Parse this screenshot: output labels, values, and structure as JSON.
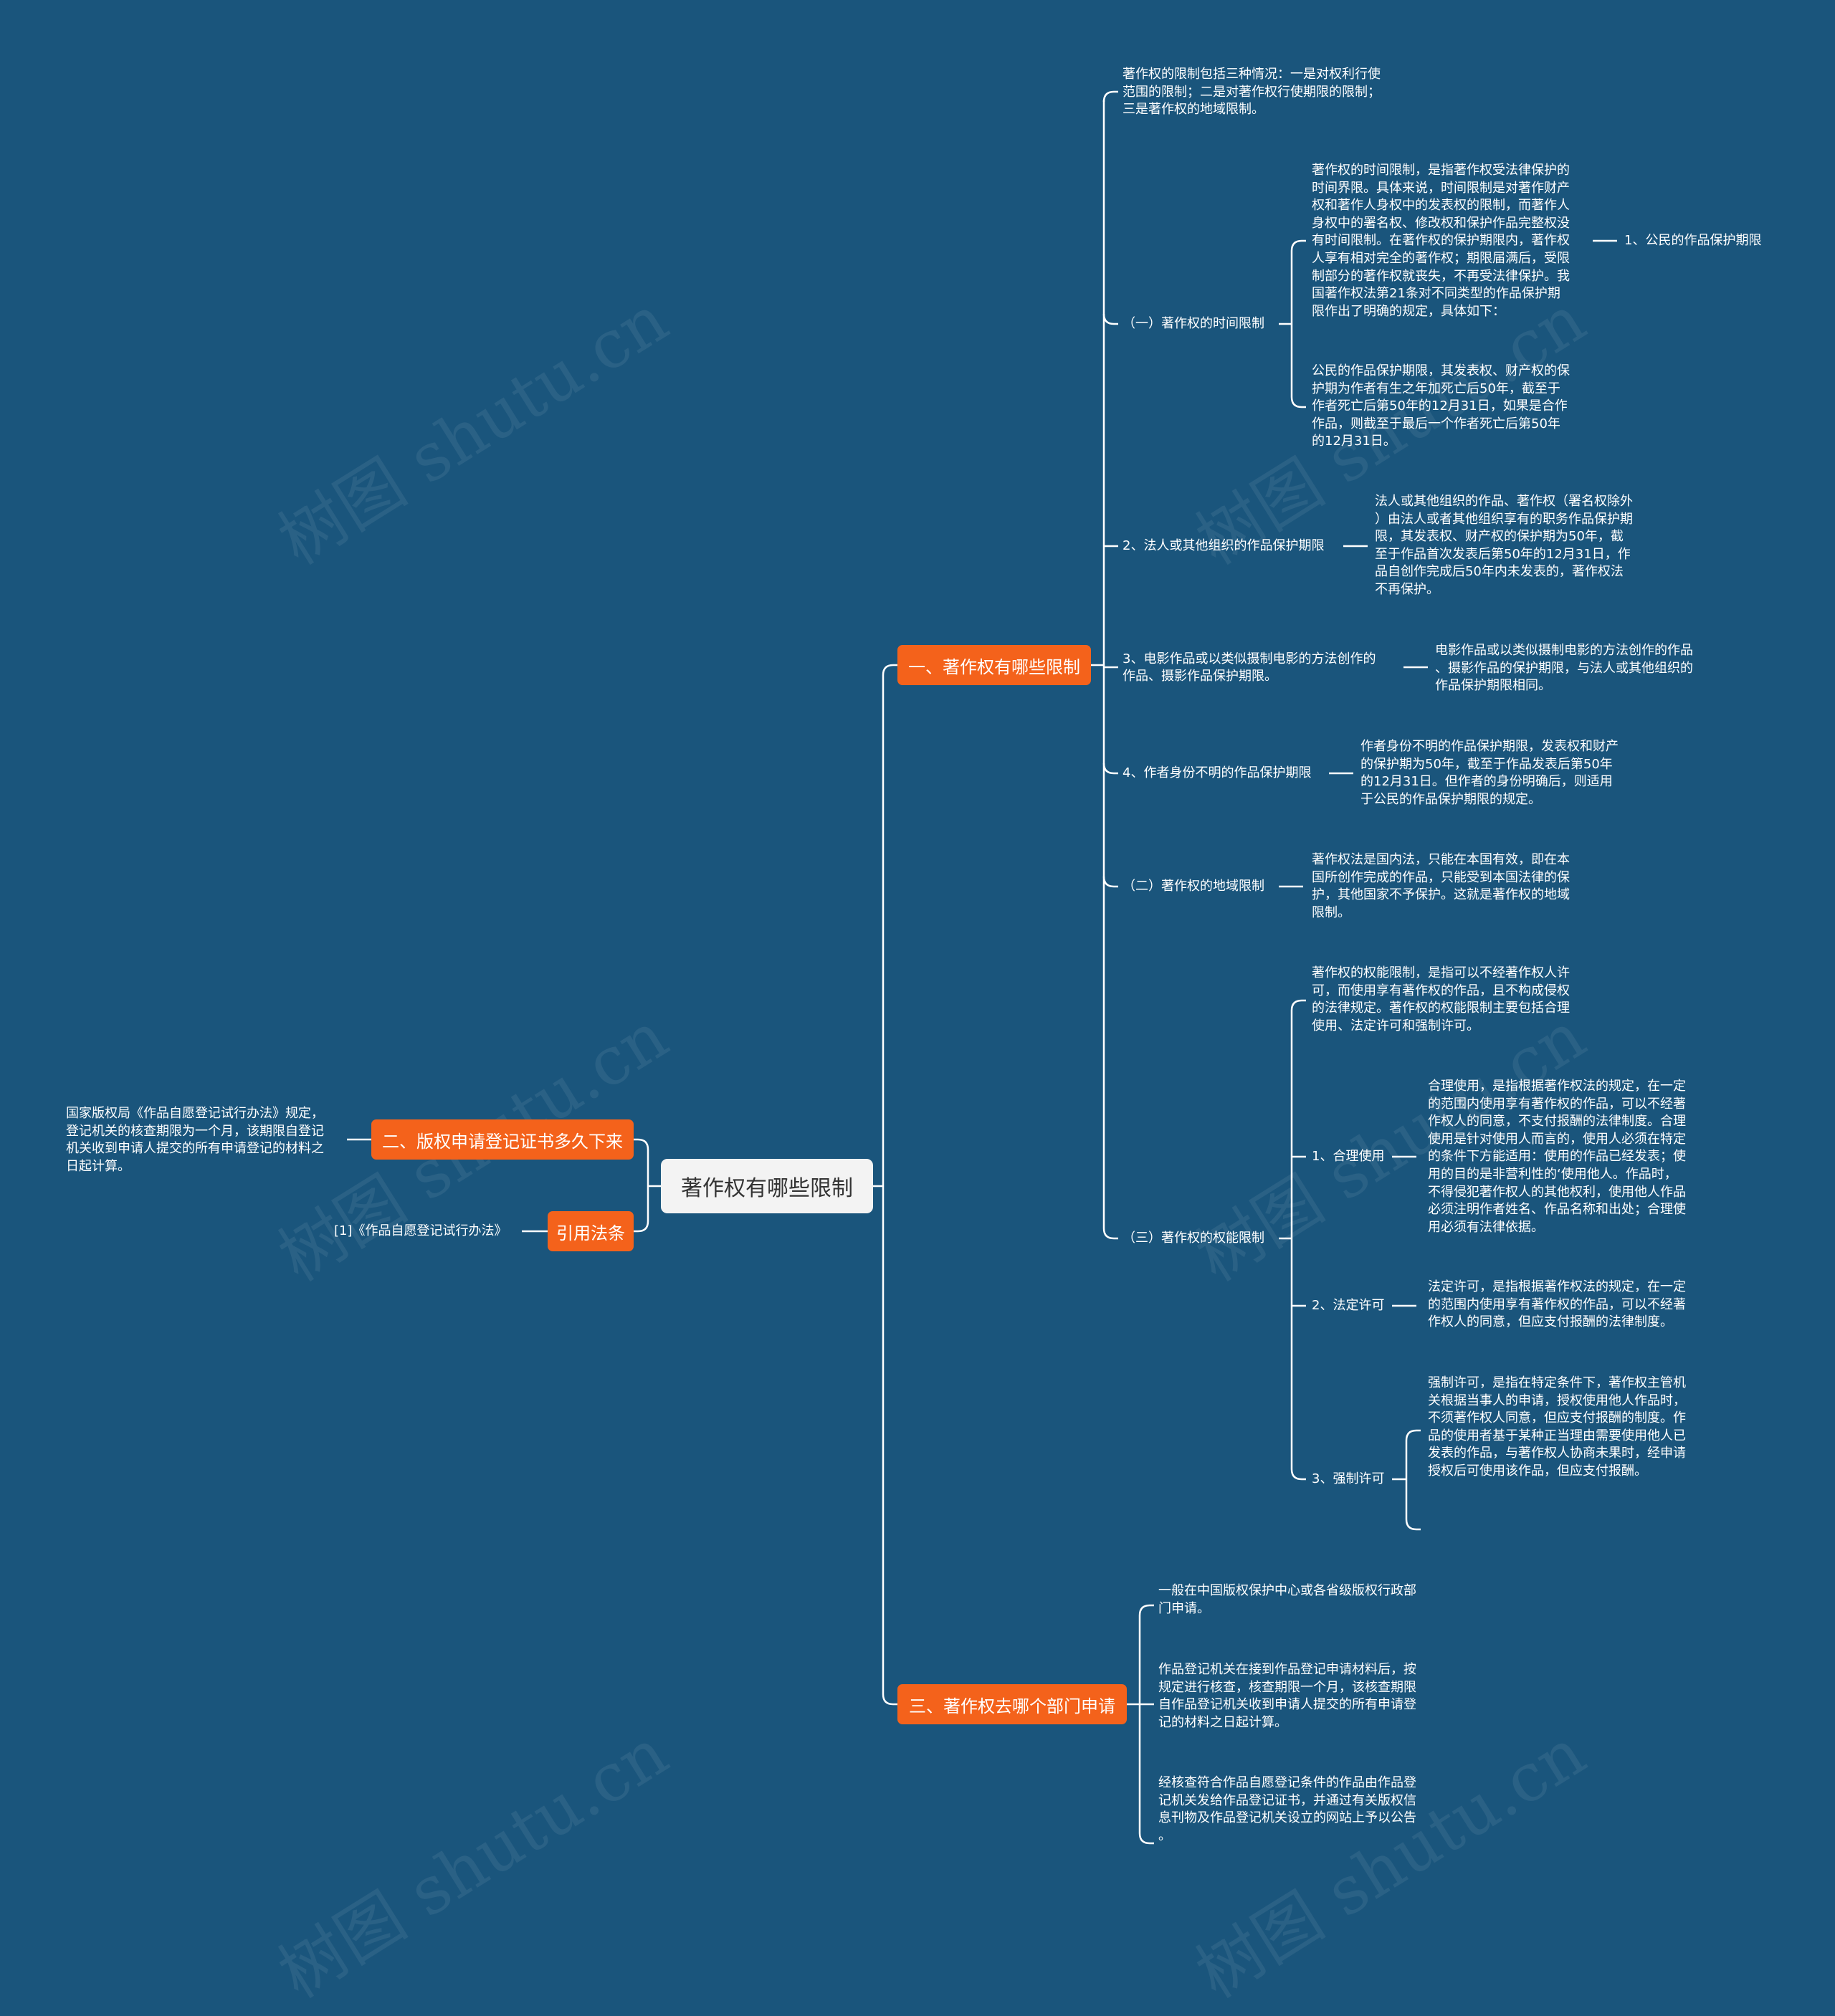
{
  "root": {
    "label": "著作权有哪些限制"
  },
  "branch1": {
    "label": "一、著作权有哪些限制",
    "intro": "著作权的限制包括三种情况：一是对权利行使\n范围的限制；二是对著作权行使期限的限制；\n三是著作权的地域限制。",
    "time_limit": {
      "label": "（一）著作权的时间限制",
      "desc": "著作权的时间限制，是指著作权受法律保护的\n时间界限。具体来说，时间限制是对著作财产\n权和著作人身权中的发表权的限制，而著作人\n身权中的署名权、修改权和保护作品完整权没\n有时间限制。在著作权的保护期限内，著作权\n人享有相对完全的著作权；期限届满后，受限\n制部分的著作权就丧失，不再受法律保护。我\n国著作权法第21条对不同类型的作品保护期\n限作出了明确的规定，具体如下：",
      "citizen_label": "1、公民的作品保护期限",
      "citizen_desc": "公民的作品保护期限，其发表权、财产权的保\n护期为作者有生之年加死亡后50年，截至于\n作者死亡后第50年的12月31日，如果是合作\n作品，则截至于最后一个作者死亡后第50年\n的12月31日。"
    },
    "legal_person": {
      "label": "2、法人或其他组织的作品保护期限",
      "desc": "法人或其他组织的作品、著作权（署名权除外\n）由法人或者其他组织享有的职务作品保护期\n限，其发表权、财产权的保护期为50年，截\n至于作品首次发表后第50年的12月31日，作\n品自创作完成后50年内未发表的，著作权法\n不再保护。"
    },
    "film": {
      "label": "3、电影作品或以类似摄制电影的方法创作的\n作品、摄影作品保护期限。",
      "desc": "电影作品或以类似摄制电影的方法创作的作品\n、摄影作品的保护期限，与法人或其他组织的\n作品保护期限相同。"
    },
    "anonymous": {
      "label": "4、作者身份不明的作品保护期限",
      "desc": "作者身份不明的作品保护期限，发表权和财产\n的保护期为50年，截至于作品发表后第50年\n的12月31日。但作者的身份明确后，则适用\n于公民的作品保护期限的规定。"
    },
    "territory": {
      "label": "（二）著作权的地域限制",
      "desc": "著作权法是国内法，只能在本国有效，即在本\n国所创作完成的作品，只能受到本国法律的保\n护，其他国家不予保护。这就是著作权的地域\n限制。"
    },
    "rights": {
      "label": "（三）著作权的权能限制",
      "desc": "著作权的权能限制，是指可以不经著作权人许\n可，而使用享有著作权的作品，且不构成侵权\n的法律规定。著作权的权能限制主要包括合理\n使用、法定许可和强制许可。",
      "fair_use_label": "1、合理使用",
      "fair_use_desc": "合理使用，是指根据著作权法的规定，在一定\n的范围内使用享有著作权的作品，可以不经著\n作权人的同意，不支付报酬的法律制度。合理\n使用是针对使用人而言的，使用人必须在特定\n的条件下方能适用：使用的作品已经发表；使\n用的目的是非营利性的‘使用他人。作品时，\n不得侵犯著作权人的其他权利，使用他人作品\n必须注明作者姓名、作品名称和出处；合理使\n用必须有法律依据。",
      "statutory_label": "2、法定许可",
      "statutory_desc": "法定许可，是指根据著作权法的规定，在一定\n的范围内使用享有著作权的作品，可以不经著\n作权人的同意，但应支付报酬的法律制度。",
      "compulsory_label": "3、强制许可",
      "compulsory_desc": "强制许可，是指在特定条件下，著作权主管机\n关根据当事人的申请，授权使用他人作品时，\n不须著作权人同意，但应支付报酬的制度。作\n品的使用者基于某种正当理由需要使用他人已\n发表的作品，与著作权人协商未果时，经申请\n授权后可使用该作品，但应支付报酬。"
    }
  },
  "branch2": {
    "label": "二、版权申请登记证书多久下来",
    "desc": "国家版权局《作品自愿登记试行办法》规定，\n登记机关的核查期限为一个月，该期限自登记\n机关收到申请人提交的所有申请登记的材料之\n日起计算。"
  },
  "branch_cite": {
    "label": "引用法条",
    "desc": "[1]《作品自愿登记试行办法》"
  },
  "branch3": {
    "label": "三、著作权去哪个部门申请",
    "item1": "一般在中国版权保护中心或各省级版权行政部\n门申请。",
    "item2": "作品登记机关在接到作品登记申请材料后，按\n规定进行核查，核查期限一个月，该核查期限\n自作品登记机关收到申请人提交的所有申请登\n记的材料之日起计算。",
    "item3": "经核查符合作品自愿登记条件的作品由作品登\n记机关发给作品登记证书，并通过有关版权信\n息刊物及作品登记机关设立的网站上予以公告\n。"
  },
  "watermark": "树图 shutu.cn",
  "colors": {
    "background": "#1a557c",
    "accent": "#f4621b",
    "root_fill": "#f3f3f3",
    "line": "#ffffff"
  }
}
